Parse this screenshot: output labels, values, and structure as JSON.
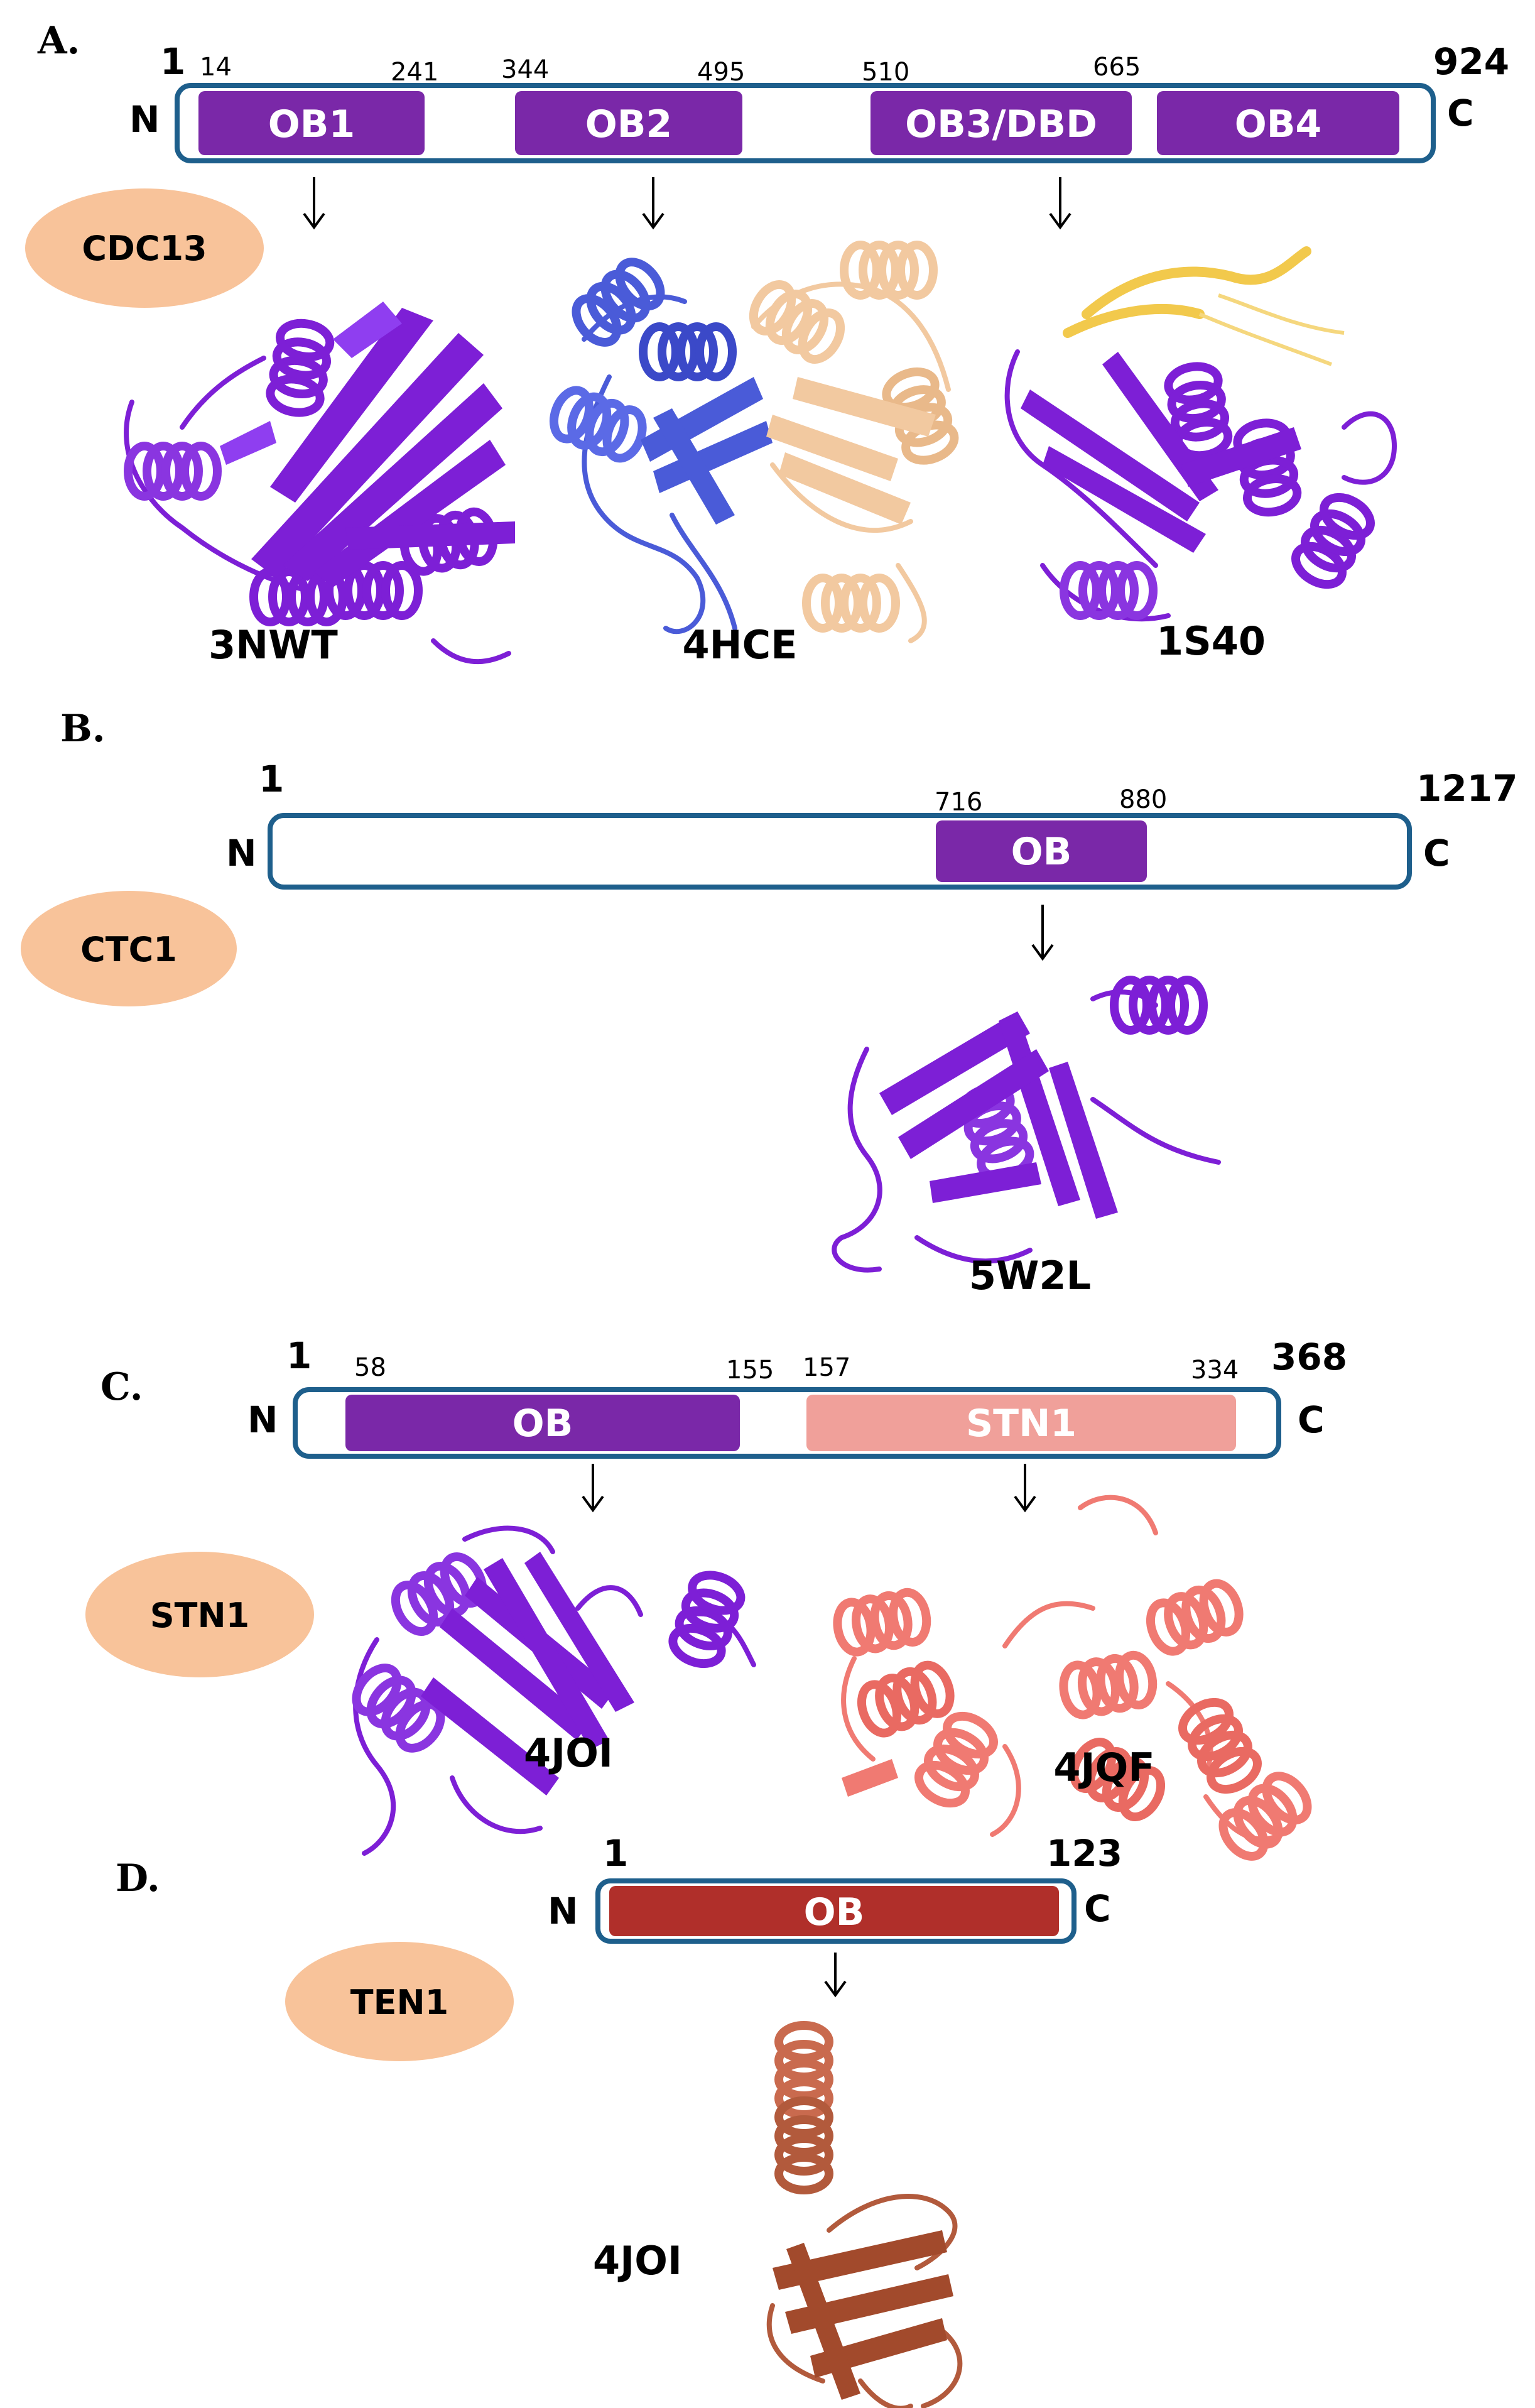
{
  "colors": {
    "ob_purple": "#7a28a8",
    "stn1_pink": "#f0a09a",
    "ten1_red": "#b02f2a",
    "ellipse": "#f8c39a",
    "bar_outline": "#1e5f8c",
    "struct_purple": "#7d1fd6",
    "struct_blue": "#4a5bd8",
    "struct_tan": "#f2c9a0",
    "struct_yellow": "#f2c94c",
    "struct_salmon": "#f07a72",
    "struct_brown": "#b25a3c"
  },
  "panels": [
    {
      "letter": "A.",
      "protein": "CDC13",
      "n_label": "N",
      "c_label": "C",
      "start": "1",
      "end": "924",
      "domains": [
        {
          "label": "OB1",
          "start_label": "14",
          "end_label": "241"
        },
        {
          "label": "OB2",
          "start_label": "344",
          "end_label": "495"
        },
        {
          "label": "OB3/DBD",
          "start_label": "510",
          "end_label": "665"
        },
        {
          "label": "OB4",
          "start_label": "",
          "end_label": ""
        }
      ],
      "structures": [
        {
          "pdb": "3NWT",
          "icon": "ob-fold-structure-icon"
        },
        {
          "pdb": "4HCE",
          "icon": "dimer-structure-icon"
        },
        {
          "pdb": "1S40",
          "icon": "dna-bound-structure-icon"
        }
      ]
    },
    {
      "letter": "B.",
      "protein": "CTC1",
      "n_label": "N",
      "c_label": "C",
      "start": "1",
      "end": "1217",
      "domains": [
        {
          "label": "OB",
          "start_label": "716",
          "end_label": "880"
        }
      ],
      "structures": [
        {
          "pdb": "5W2L",
          "icon": "ob-fold-structure-icon"
        }
      ]
    },
    {
      "letter": "C.",
      "protein": "STN1",
      "n_label": "N",
      "c_label": "C",
      "start": "1",
      "end": "368",
      "domains": [
        {
          "label": "OB",
          "start_label": "58",
          "end_label": "155"
        },
        {
          "label": "STN1",
          "start_label": "157",
          "end_label": "334"
        }
      ],
      "structures": [
        {
          "pdb": "4JOI",
          "icon": "ob-fold-structure-icon"
        },
        {
          "pdb": "4JQF",
          "icon": "helical-structure-icon"
        }
      ]
    },
    {
      "letter": "D.",
      "protein": "TEN1",
      "n_label": "N",
      "c_label": "C",
      "start": "1",
      "end": "123",
      "domains": [
        {
          "label": "OB",
          "start_label": "",
          "end_label": ""
        }
      ],
      "structures": [
        {
          "pdb": "4JOI",
          "icon": "ob-fold-structure-icon"
        }
      ]
    }
  ]
}
